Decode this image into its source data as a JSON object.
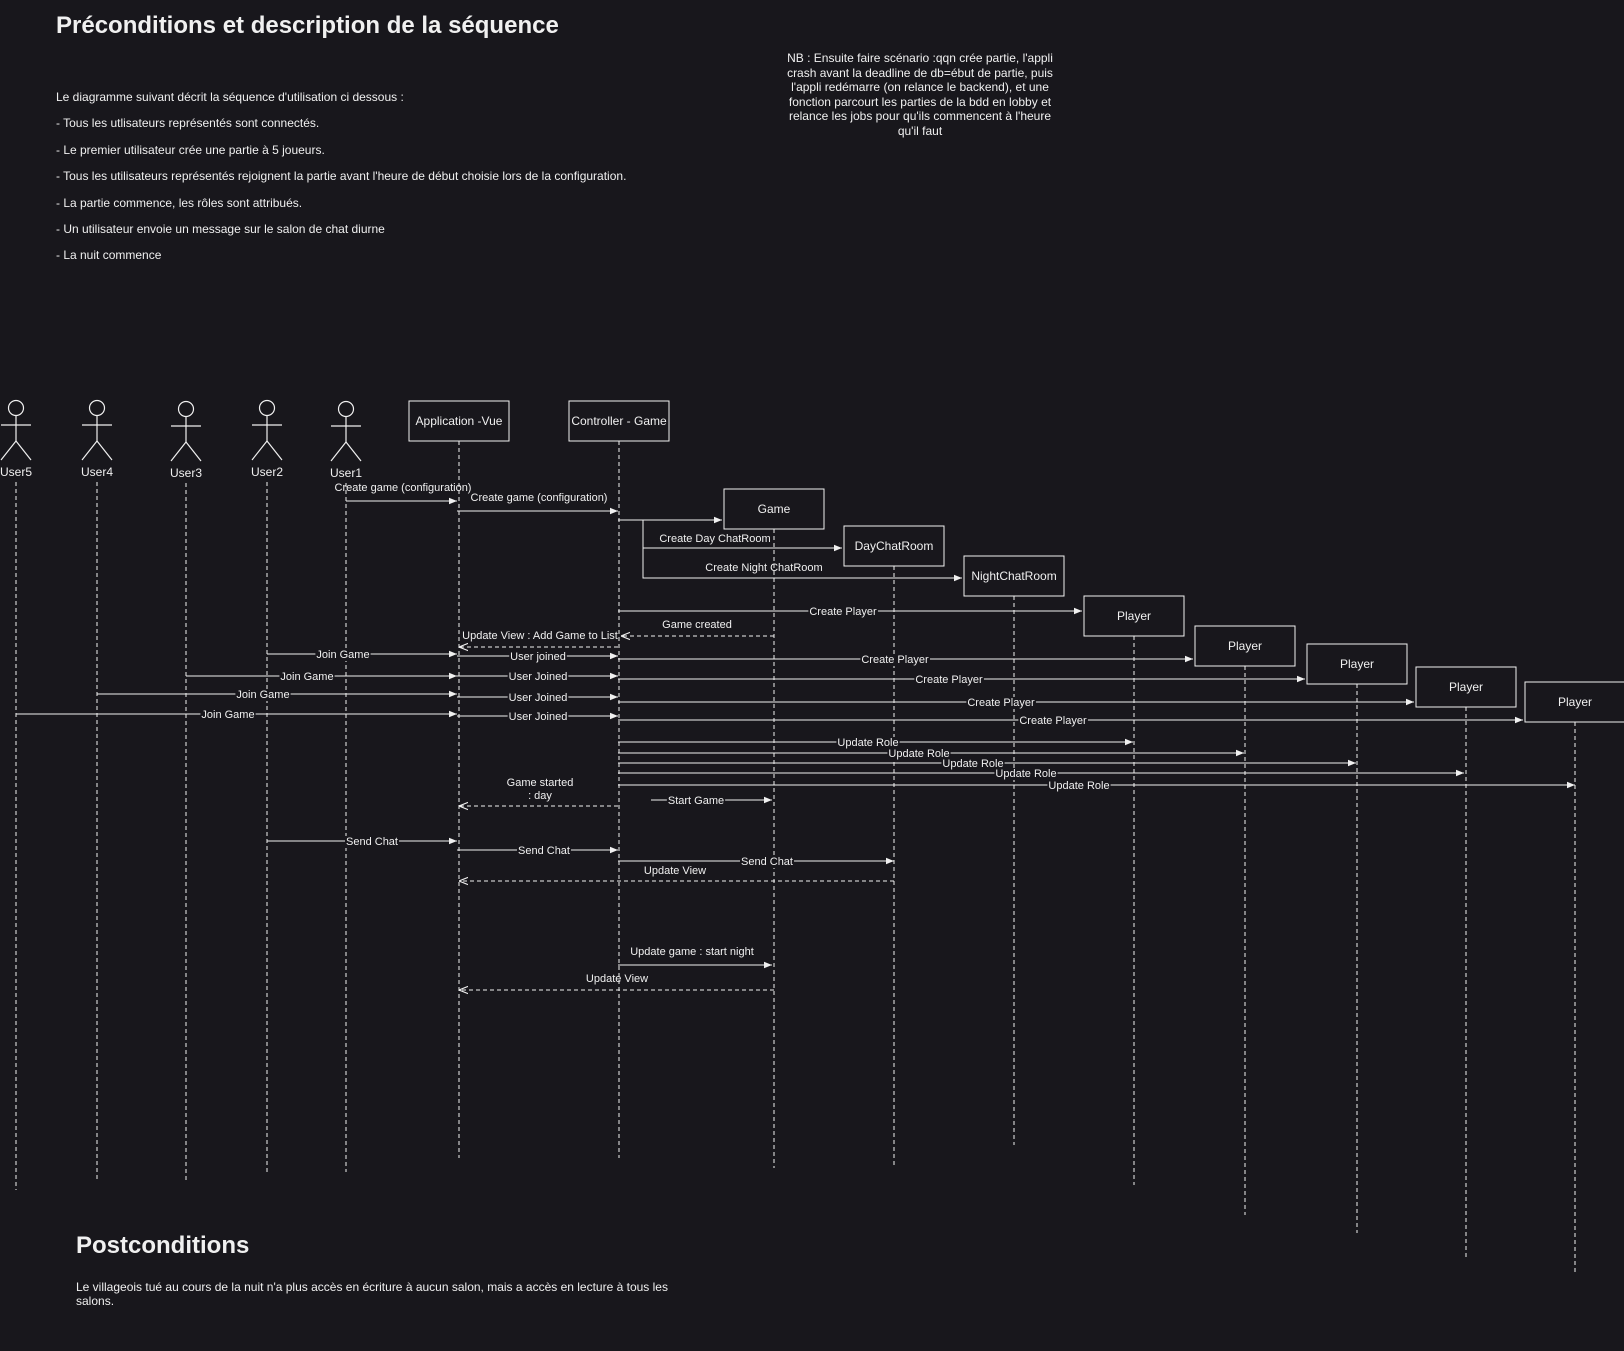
{
  "preconditions": {
    "title": "Préconditions et description de la séquence",
    "lines": [
      "Le diagramme suivant décrit la séquence d'utilisation ci dessous :",
      "- Tous les utlisateurs représentés sont connectés.",
      "- Le premier utilisateur crée une partie à 5 joueurs.",
      "- Tous les utilisateurs représentés rejoignent la partie avant l'heure de début choisie lors de la configuration.",
      "- La partie commence, les rôles sont attribués.",
      "- Un utilisateur envoie un message sur le salon de chat diurne",
      "- La nuit commence"
    ]
  },
  "note": "NB : Ensuite faire scénario :qqn crée partie, l'appli crash avant la deadline de db=ébut de partie, puis l'appli redémarre (on relance le backend), et une fonction parcourt les parties de la bdd en lobby et relance les jobs pour qu'ils commencent à l'heure qu'il faut",
  "postconditions": {
    "title": "Postconditions",
    "text": "Le villageois tué au cours de la nuit n'a plus accès en écriture à aucun salon, mais a accès en lecture à tous les salons."
  },
  "actors": [
    "User5",
    "User4",
    "User3",
    "User2",
    "User1"
  ],
  "boxes": [
    "Application -Vue",
    "Controller - Game",
    "Game",
    "DayChatRoom",
    "NightChatRoom",
    "Player",
    "Player",
    "Player",
    "Player",
    "Player"
  ],
  "messages": [
    {
      "label": "Create game (configuration)",
      "from": "User1",
      "to": "Application -Vue"
    },
    {
      "label": "Create game (configuration)",
      "from": "Application -Vue",
      "to": "Controller - Game"
    },
    {
      "label": "",
      "from": "Controller - Game",
      "to": "Game"
    },
    {
      "label": "Create Day ChatRoom",
      "from": "Controller - Game",
      "to": "DayChatRoom"
    },
    {
      "label": "Create Night ChatRoom",
      "from": "Controller - Game",
      "to": "NightChatRoom"
    },
    {
      "label": "Create Player",
      "from": "Controller - Game",
      "to": "Player"
    },
    {
      "label": "Game created",
      "from": "Game",
      "to": "Controller - Game",
      "reply": true
    },
    {
      "label": "Update View : Add Game to List",
      "from": "Controller - Game",
      "to": "Application -Vue",
      "reply": true
    },
    {
      "label": "Join Game",
      "from": "User2",
      "to": "Application -Vue"
    },
    {
      "label": "User joined",
      "from": "Application -Vue",
      "to": "Controller - Game"
    },
    {
      "label": "Create Player",
      "from": "Controller - Game",
      "to": "Player"
    },
    {
      "label": "Join Game",
      "from": "User3",
      "to": "Application -Vue"
    },
    {
      "label": "User Joined",
      "from": "Application -Vue",
      "to": "Controller - Game"
    },
    {
      "label": "Create Player",
      "from": "Controller - Game",
      "to": "Player"
    },
    {
      "label": "Join Game",
      "from": "User4",
      "to": "Application -Vue"
    },
    {
      "label": "User Joined",
      "from": "Application -Vue",
      "to": "Controller - Game"
    },
    {
      "label": "Create Player",
      "from": "Controller - Game",
      "to": "Player"
    },
    {
      "label": "Join Game",
      "from": "User5",
      "to": "Application -Vue"
    },
    {
      "label": "User Joined",
      "from": "Application -Vue",
      "to": "Controller - Game"
    },
    {
      "label": "Create Player",
      "from": "Controller - Game",
      "to": "Player"
    },
    {
      "label": "Update Role",
      "from": "Controller - Game",
      "to": "Player"
    },
    {
      "label": "Update Role",
      "from": "Controller - Game",
      "to": "Player"
    },
    {
      "label": "Update Role",
      "from": "Controller - Game",
      "to": "Player"
    },
    {
      "label": "Update Role",
      "from": "Controller - Game",
      "to": "Player"
    },
    {
      "label": "Update Role",
      "from": "Controller - Game",
      "to": "Player"
    },
    {
      "label": "Game started : day",
      "from": "Controller - Game",
      "to": "Application -Vue",
      "reply": true
    },
    {
      "label": "Start Game",
      "from": "Controller - Game",
      "to": "Game"
    },
    {
      "label": "Send Chat",
      "from": "User2",
      "to": "Application -Vue"
    },
    {
      "label": "Send Chat",
      "from": "Application -Vue",
      "to": "Controller - Game"
    },
    {
      "label": "Send Chat",
      "from": "Controller - Game",
      "to": "DayChatRoom"
    },
    {
      "label": "Update View",
      "from": "DayChatRoom",
      "to": "Application -Vue",
      "reply": true
    },
    {
      "label": "Update game : start night",
      "from": "Controller - Game",
      "to": "Game"
    },
    {
      "label": "Update View",
      "from": "Game",
      "to": "Application -Vue",
      "reply": true
    }
  ],
  "colors": {
    "background": "#18171c",
    "line": "#f0f0f0"
  }
}
